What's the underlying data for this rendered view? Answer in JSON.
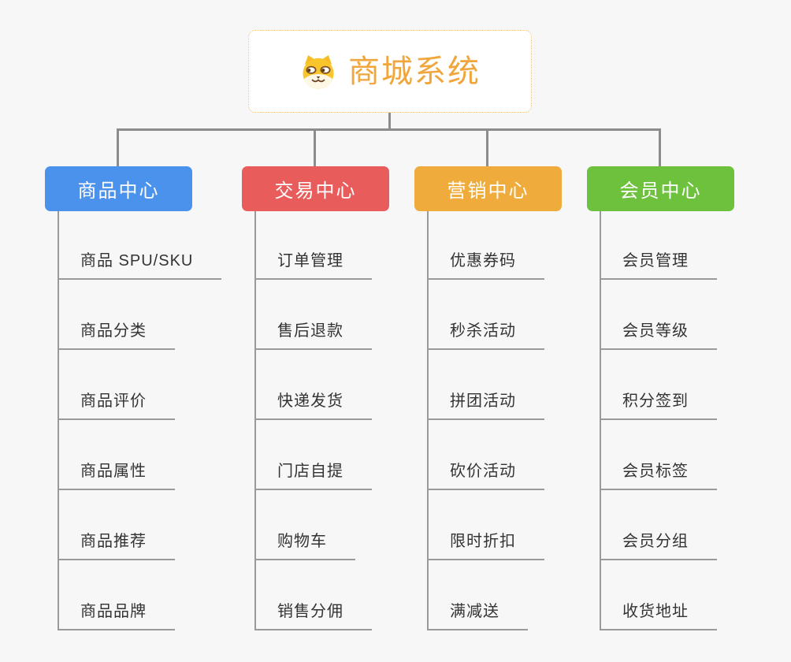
{
  "page": {
    "background": "#f7f7f7",
    "connector_color": "#8c8c8c",
    "underline_color": "#9a9a9a"
  },
  "root": {
    "title": "商城系统",
    "icon": "dog-face-icon",
    "text_color": "#f0a63c",
    "border_color": "#f3c27c"
  },
  "branches": [
    {
      "label": "商品中心",
      "color": "#4b92ed",
      "items": [
        "商品 SPU/SKU",
        "商品分类",
        "商品评价",
        "商品属性",
        "商品推荐",
        "商品品牌"
      ]
    },
    {
      "label": "交易中心",
      "color": "#e95c5c",
      "items": [
        "订单管理",
        "售后退款",
        "快递发货",
        "门店自提",
        "购物车",
        "销售分佣"
      ]
    },
    {
      "label": "营销中心",
      "color": "#efac3d",
      "items": [
        "优惠券码",
        "秒杀活动",
        "拼团活动",
        "砍价活动",
        "限时折扣",
        "满减送"
      ]
    },
    {
      "label": "会员中心",
      "color": "#6dc13c",
      "items": [
        "会员管理",
        "会员等级",
        "积分签到",
        "会员标签",
        "会员分组",
        "收货地址"
      ]
    }
  ]
}
